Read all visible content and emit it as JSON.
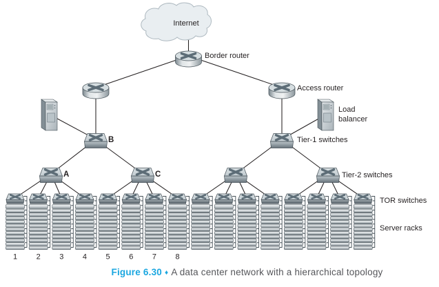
{
  "figure": {
    "label": "Figure 6.30",
    "separator": "♦",
    "caption": "A data center network with a hierarchical topology"
  },
  "colors": {
    "accent": "#1BA7E0",
    "caption_text": "#55565A",
    "line": "#231F20"
  },
  "icons": {
    "cloud": "internet-cloud-icon",
    "router": "router-icon",
    "switch": "switch-icon",
    "tor": "tor-switch-icon",
    "tower": "server-tower-icon",
    "rack": "server-rack-icon",
    "caption_separator": "diamond-icon"
  },
  "diagram": {
    "labels": {
      "internet": "Internet",
      "border_router": "Border router",
      "access_router": "Access router",
      "load_balancer_1": "Load",
      "load_balancer_2": "balancer",
      "tier1_switches": "Tier-1 switches",
      "tier2_switches": "Tier-2 switches",
      "tor_switches": "TOR switches",
      "server_racks": "Server racks",
      "switch_a": "A",
      "switch_b": "B",
      "switch_c": "C"
    },
    "rack_numbers": [
      "1",
      "2",
      "3",
      "4",
      "5",
      "6",
      "7",
      "8",
      "",
      "",
      "",
      "",
      "",
      "",
      "",
      ""
    ],
    "nodes": [
      {
        "id": "internet",
        "type": "cloud"
      },
      {
        "id": "border-router",
        "type": "router"
      },
      {
        "id": "access-router-left",
        "type": "router"
      },
      {
        "id": "access-router-right",
        "type": "router"
      },
      {
        "id": "load-balancer-left",
        "type": "tower"
      },
      {
        "id": "load-balancer-right",
        "type": "tower"
      },
      {
        "id": "tier1-switch-b",
        "type": "switch"
      },
      {
        "id": "tier1-switch-right",
        "type": "switch"
      },
      {
        "id": "tier2-switch-a",
        "type": "switch"
      },
      {
        "id": "tier2-switch-c",
        "type": "switch"
      },
      {
        "id": "tier2-switch-3",
        "type": "switch"
      },
      {
        "id": "tier2-switch-4",
        "type": "switch"
      }
    ],
    "edges": [
      [
        "internet",
        "border-router"
      ],
      [
        "border-router",
        "access-router-left"
      ],
      [
        "border-router",
        "access-router-right"
      ],
      [
        "access-router-left",
        "tier1-switch-b"
      ],
      [
        "load-balancer-left",
        "tier1-switch-b"
      ],
      [
        "access-router-right",
        "tier1-switch-right"
      ],
      [
        "load-balancer-right",
        "tier1-switch-right"
      ],
      [
        "tier1-switch-b",
        "tier2-switch-a"
      ],
      [
        "tier1-switch-b",
        "tier2-switch-c"
      ],
      [
        "tier1-switch-right",
        "tier2-switch-3"
      ],
      [
        "tier1-switch-right",
        "tier2-switch-4"
      ]
    ],
    "tor_connections": {
      "tier2-switch-a": [
        0,
        1,
        2,
        3
      ],
      "tier2-switch-c": [
        4,
        5,
        6,
        7
      ],
      "tier2-switch-3": [
        8,
        9,
        10,
        11
      ],
      "tier2-switch-4": [
        12,
        13,
        14,
        15
      ]
    }
  }
}
